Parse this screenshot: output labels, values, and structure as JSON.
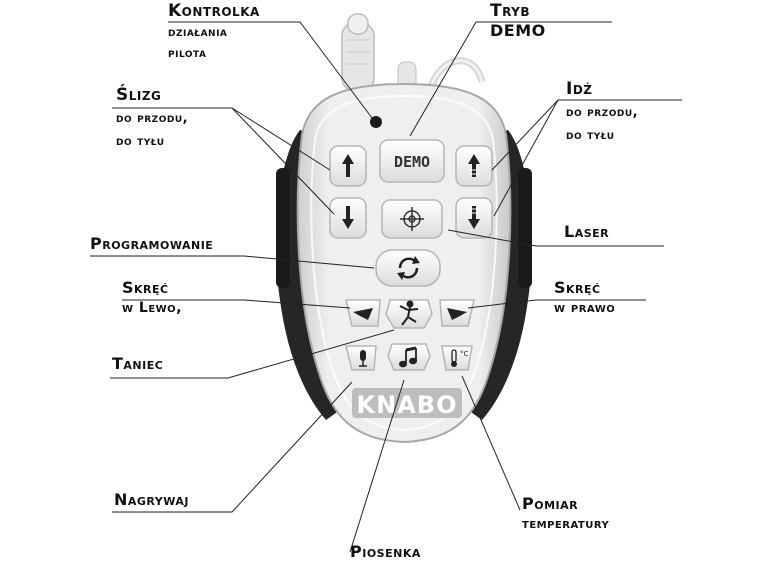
{
  "labels": {
    "kontrolka": [
      "Kontrolka",
      "działania",
      "pilota"
    ],
    "tryb": [
      "Tryb",
      "DEMO"
    ],
    "slizg": [
      "Ślizg",
      "do przodu,",
      "do tyłu"
    ],
    "idz": [
      "Idź",
      "do przodu,",
      "do tyłu"
    ],
    "laser": [
      "Laser"
    ],
    "programowanie": [
      "Programowanie"
    ],
    "skrec_lewo": [
      "Skręć",
      "w Lewo,"
    ],
    "skrec_prawo": [
      "Skręć",
      "w prawo"
    ],
    "taniec": [
      "Taniec"
    ],
    "nagrywaj": [
      "Nagrywaj"
    ],
    "pomiar": [
      "Pomiar",
      "temperatury"
    ],
    "piosenka": [
      "Piosenka"
    ]
  },
  "remote": {
    "demo_button": "DEMO",
    "brand": "KNABO",
    "temp_unit": "°C"
  },
  "colors": {
    "body": "#e8e8e8",
    "grip": "#2a2a2a",
    "button": "#f4f4f4",
    "brand_plate": "#bdbdbd",
    "text": "#111111"
  },
  "icons": [
    "led-icon",
    "arrow-up-icon",
    "arrow-down-icon",
    "crosshair-icon",
    "refresh-icon",
    "turn-left-icon",
    "dance-icon",
    "turn-right-icon",
    "microphone-icon",
    "music-note-icon",
    "thermometer-icon"
  ]
}
